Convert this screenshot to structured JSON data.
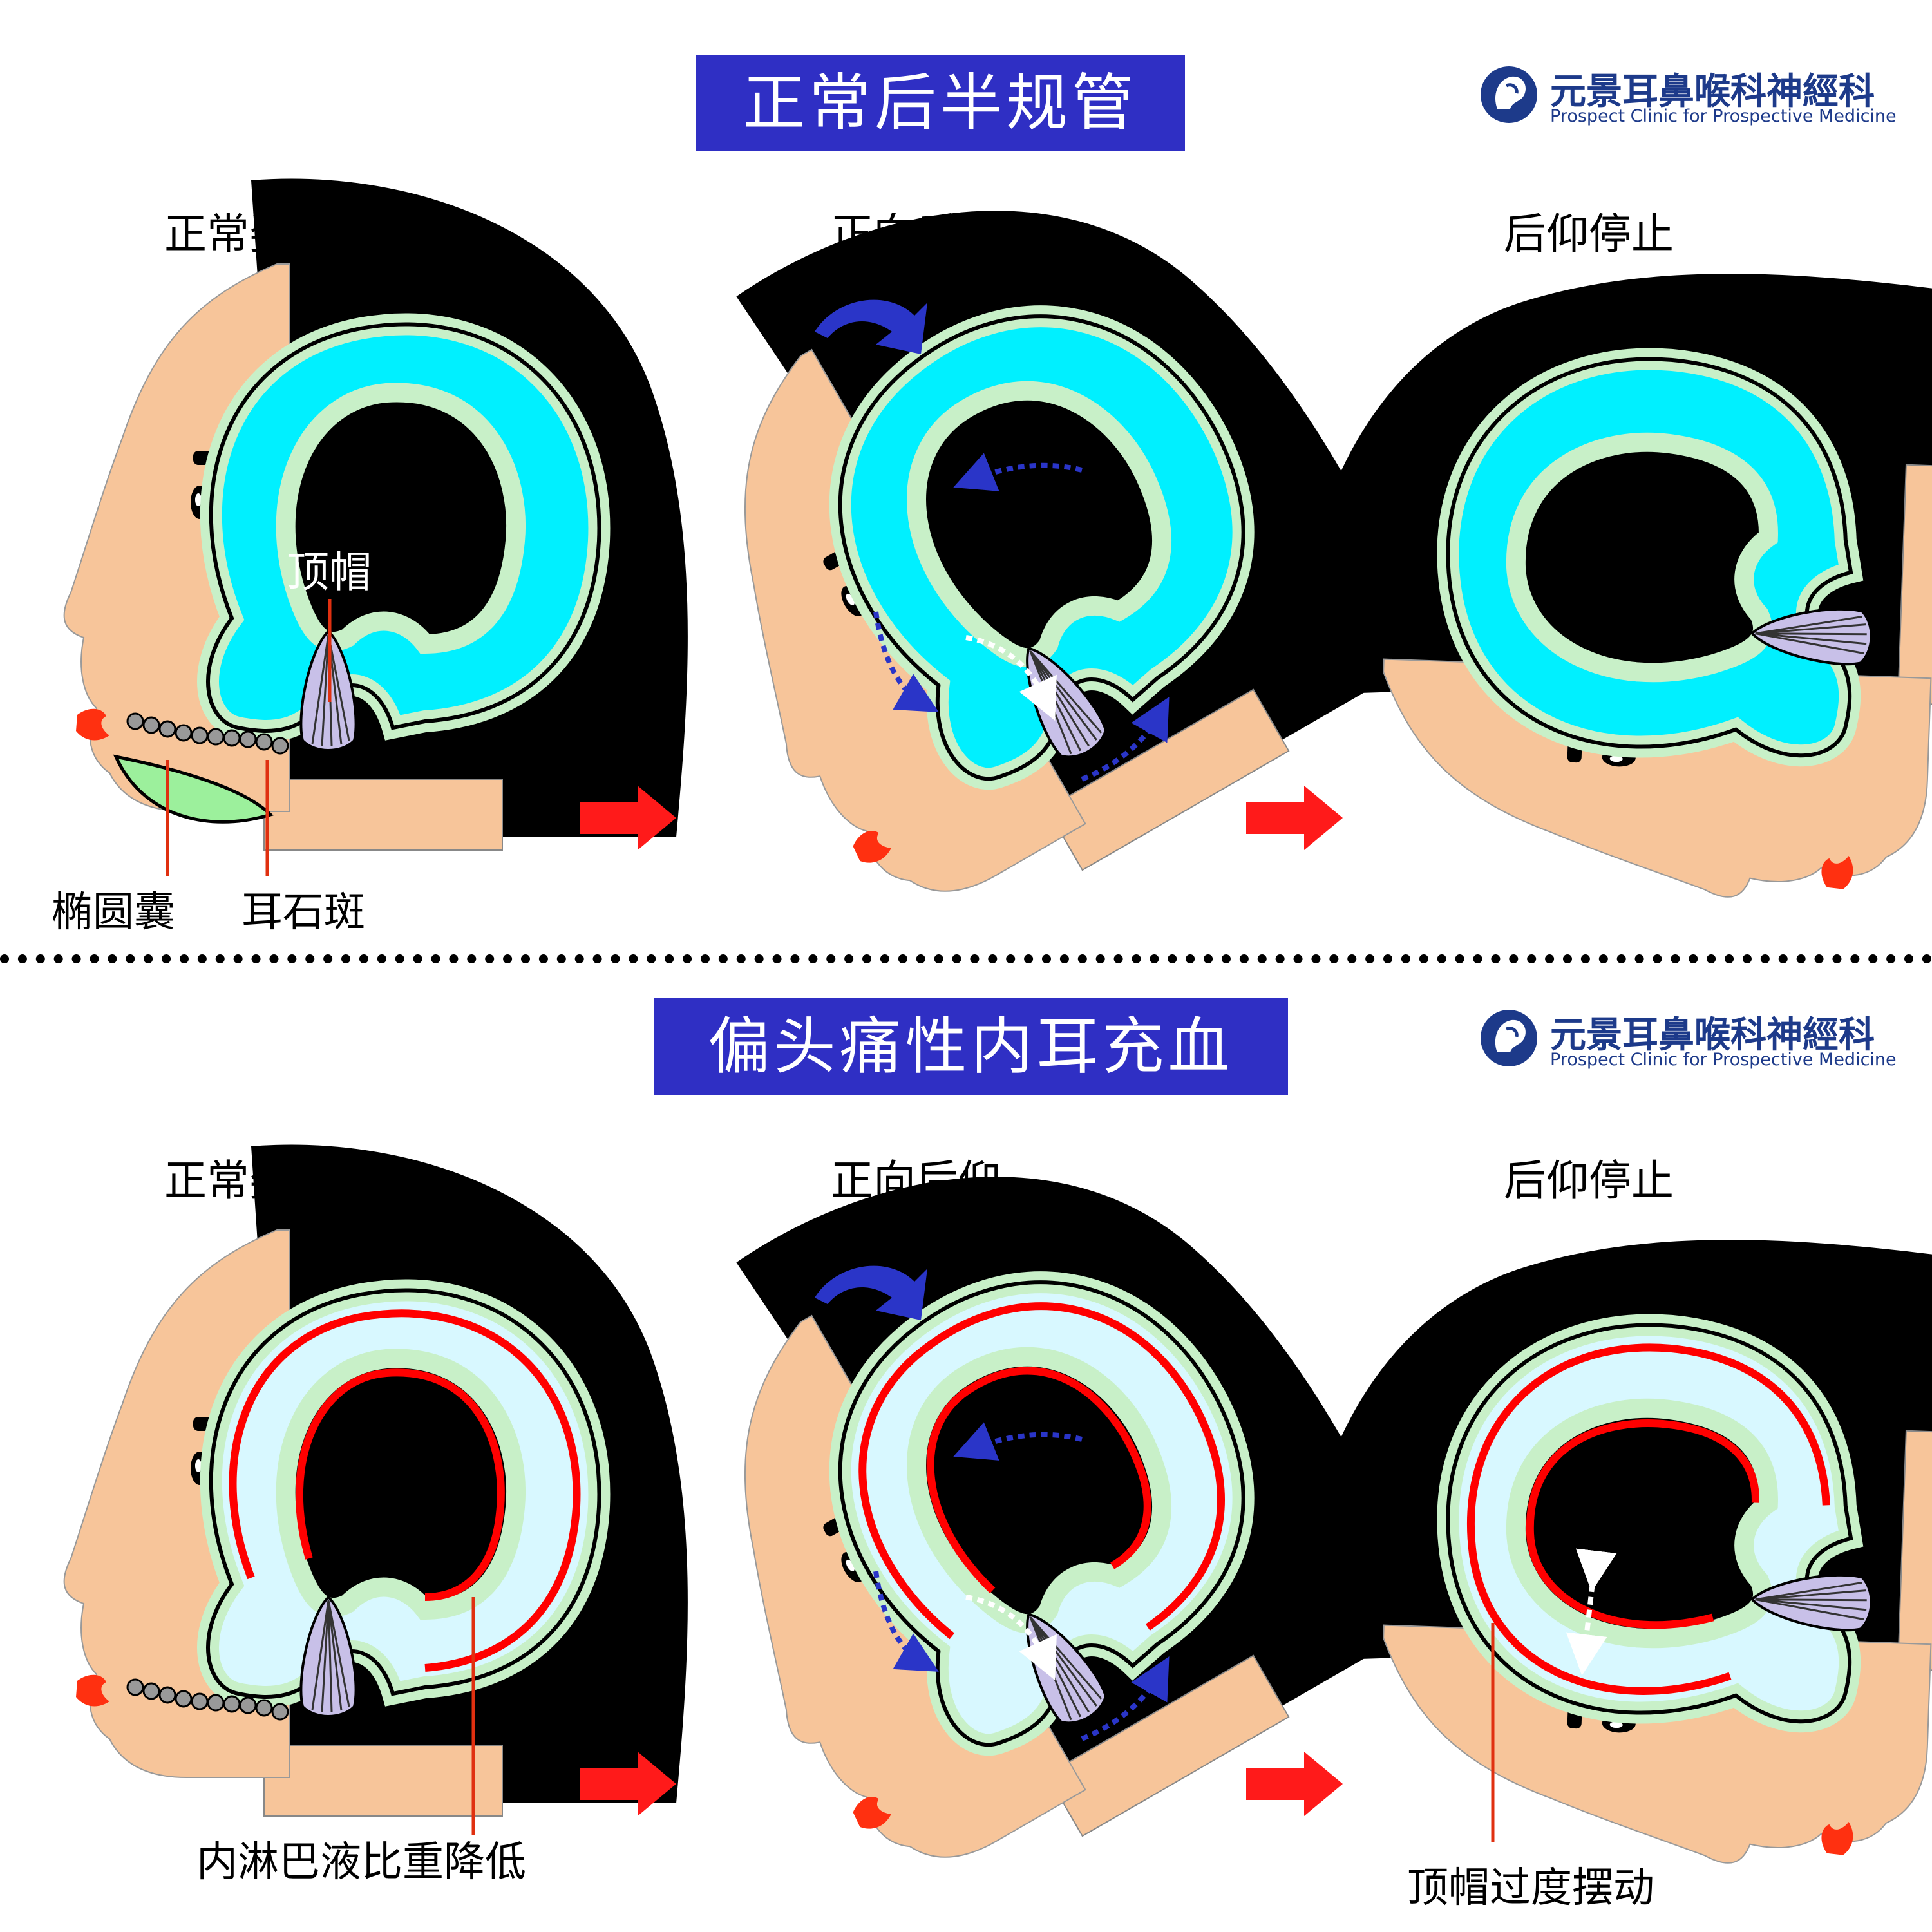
{
  "sections": [
    {
      "title": "正常后半规管",
      "panels": [
        "正常姿态",
        "正向后仰",
        "后仰停止"
      ],
      "labels": {
        "cupula": "顶帽",
        "utricle": "椭圆囊",
        "otolith": "耳石斑"
      }
    },
    {
      "title": "偏头痛性内耳充血",
      "panels": [
        "正常姿态",
        "正向后仰",
        "后仰停止"
      ],
      "labels": {
        "endolymph": "内淋巴液比重降低",
        "cupula_swing": "顶帽过度摆动"
      }
    }
  ],
  "logo": {
    "name_cn": "元景耳鼻喉科神經科",
    "name_en": "Prospect Clinic for Prospective Medicine"
  },
  "colors": {
    "title_bg": "#2f2fc4",
    "hair": "#000000",
    "skin": "#f7c59a",
    "canal_normal": "#00f0ff",
    "canal_congested": "#d8f8ff",
    "membrane": "#c8f0c8",
    "congestion_line": "#ff0000",
    "utricle": "#9cf09c",
    "cupula": "#c8c0e8",
    "arrow_red": "#ff1a1a",
    "arrow_blue": "#2a35c8"
  },
  "icons": [
    "logo-icon",
    "rotation-arrow-icon",
    "next-arrow-icon",
    "flow-arrow-icon"
  ]
}
